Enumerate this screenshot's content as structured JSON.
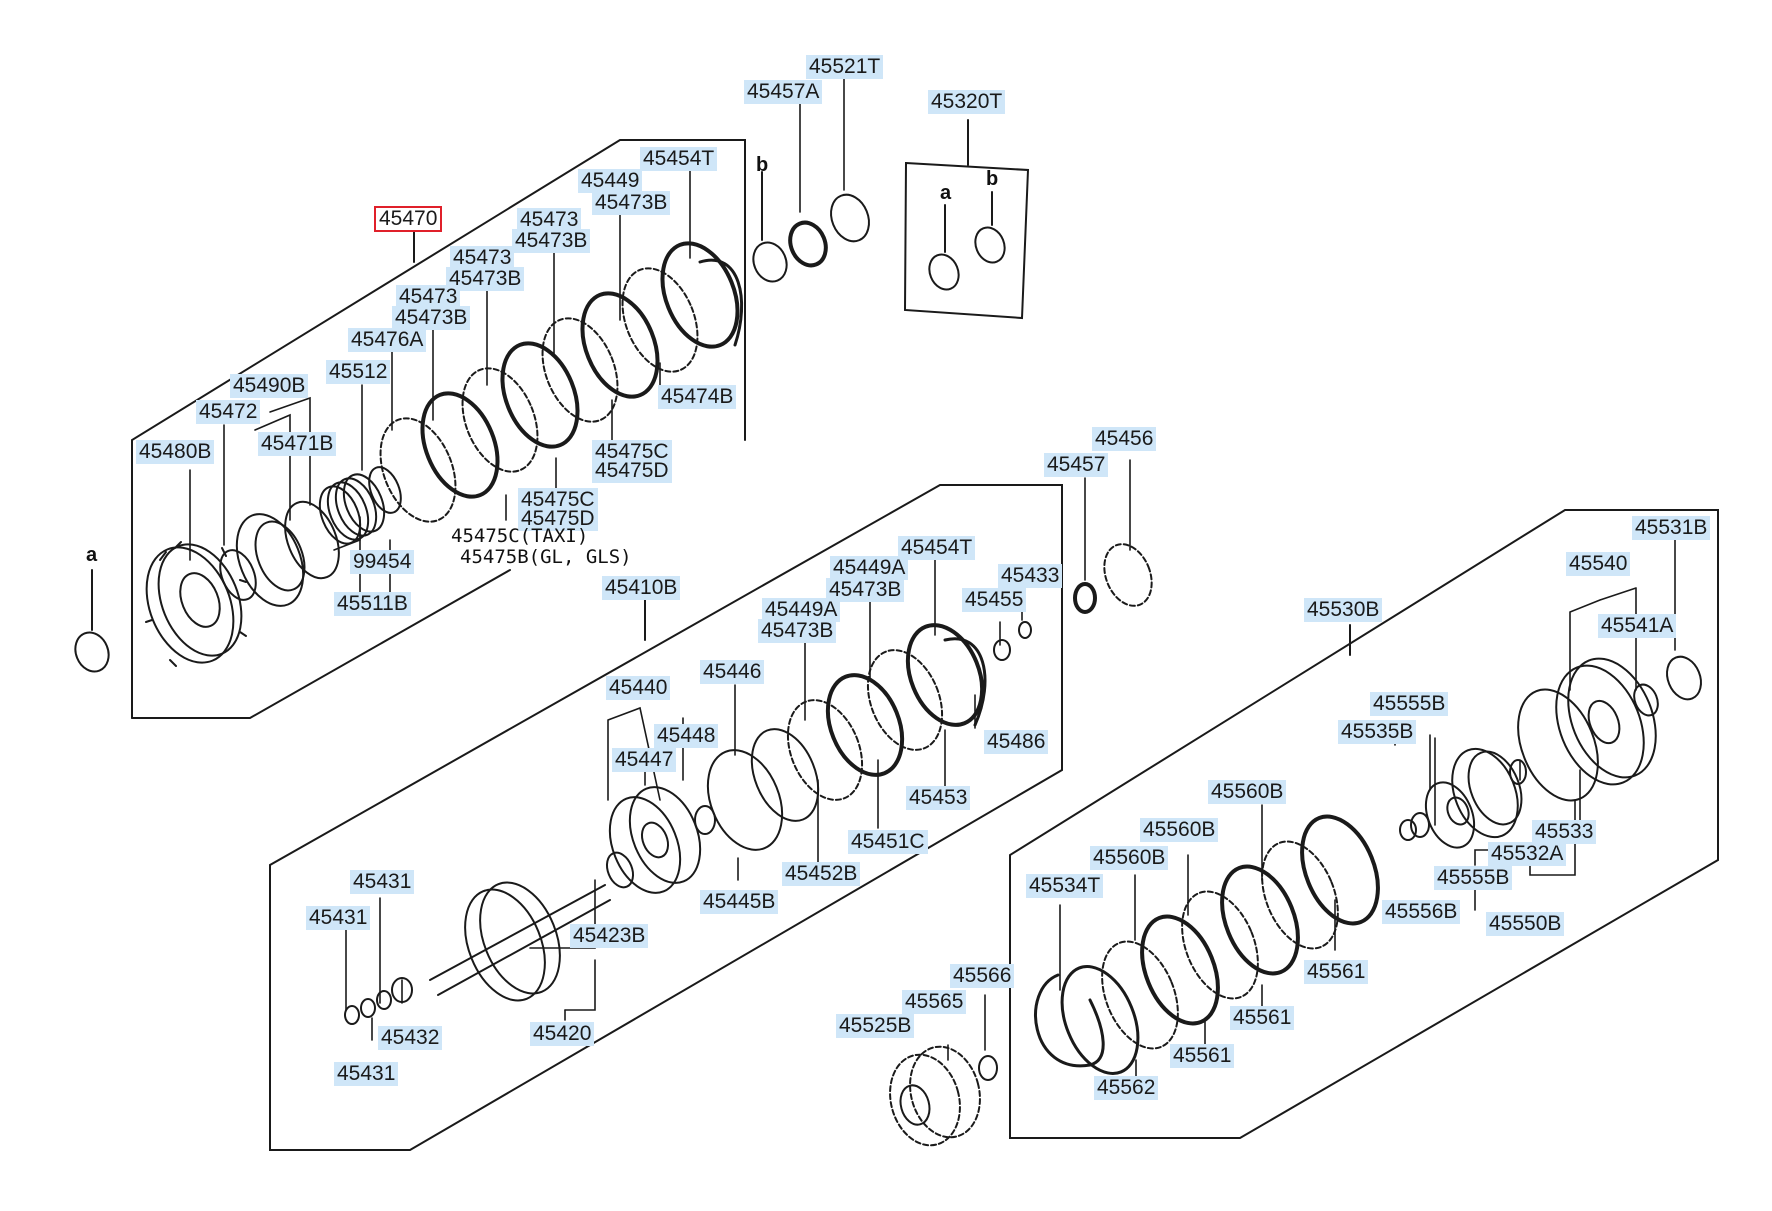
{
  "colors": {
    "highlight": "#cfe6f8",
    "selected_border": "#e0202a",
    "line": "#1a1a1a"
  },
  "selected_part": "45470",
  "markers": {
    "a": "a",
    "b": "b"
  },
  "labels": {
    "p45470": "45470",
    "p45454T_top": "45454T",
    "p45449_top": "45449",
    "p45473B_1": "45473B",
    "p45473_2": "45473",
    "p45473B_2": "45473B",
    "p45473_3": "45473",
    "p45473B_3": "45473B",
    "p45473_4": "45473",
    "p45473B_4": "45473B",
    "p45476A": "45476A",
    "p45512": "45512",
    "p45490B": "45490B",
    "p45472": "45472",
    "p45471B": "45471B",
    "p45480B": "45480B",
    "p45474B": "45474B",
    "p45475C_1": "45475C",
    "p45475D_1": "45475D",
    "p45475C_2": "45475C",
    "p45475D_2": "45475D",
    "p99454": "99454",
    "p45511B": "45511B",
    "p45521T": "45521T",
    "p45457A": "45457A",
    "p45320T": "45320T",
    "p45456": "45456",
    "p45457": "45457",
    "p45531B": "45531B",
    "p45540": "45540",
    "p45541A": "45541A",
    "p45530B": "45530B",
    "p45555B_top": "45555B",
    "p45535B": "45535B",
    "p45533": "45533",
    "p45532A": "45532A",
    "p45555B_bot": "45555B",
    "p45556B": "45556B",
    "p45550B": "45550B",
    "p45560B_1": "45560B",
    "p45560B_2": "45560B",
    "p45560B_3": "45560B",
    "p45534T": "45534T",
    "p45561_1": "45561",
    "p45561_2": "45561",
    "p45561_3": "45561",
    "p45562": "45562",
    "p45566": "45566",
    "p45565": "45565",
    "p45525B": "45525B",
    "p45410B": "45410B",
    "p45454T_mid": "45454T",
    "p45449A_1": "45449A",
    "p45473B_m1": "45473B",
    "p45449A_2": "45449A",
    "p45473B_m2": "45473B",
    "p45433": "45433",
    "p45455": "45455",
    "p45446": "45446",
    "p45440": "45440",
    "p45448": "45448",
    "p45447": "45447",
    "p45486": "45486",
    "p45453": "45453",
    "p45451C": "45451C",
    "p45452B": "45452B",
    "p45445B": "45445B",
    "p45431_1": "45431",
    "p45431_2": "45431",
    "p45431_3": "45431",
    "p45423B": "45423B",
    "p45432": "45432",
    "p45420": "45420"
  },
  "notes": {
    "taxi_part": "45475C",
    "taxi_suffix": "(TAXI)",
    "gl_part": "45475B",
    "gl_suffix": "(GL, GLS)"
  }
}
